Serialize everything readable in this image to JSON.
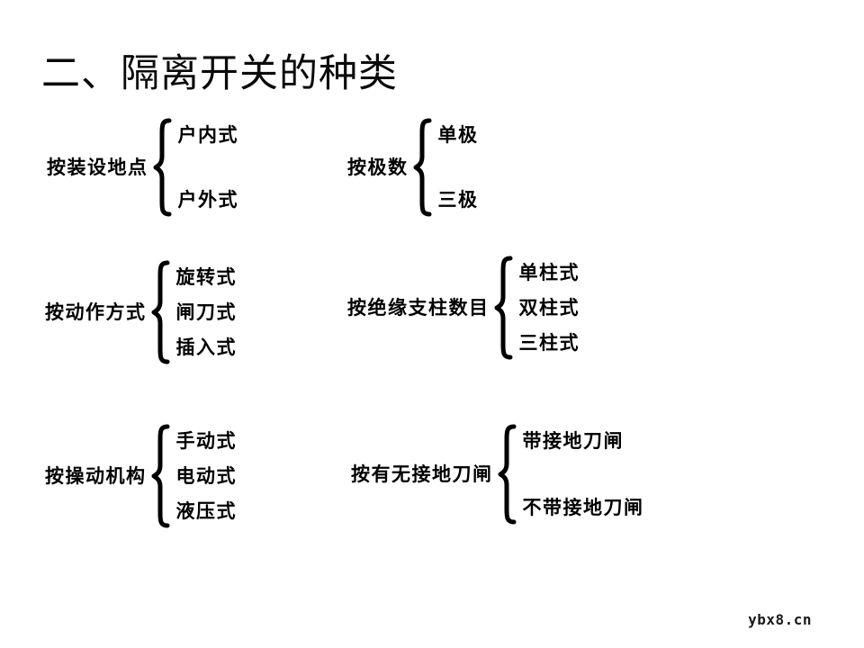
{
  "slide": {
    "title": "二、隔离开关的种类",
    "watermark": "ybx8.cn",
    "background_color": "#ffffff",
    "text_color": "#000000"
  },
  "groups": [
    {
      "id": "install",
      "label": "按装设地点",
      "branches": [
        "户内式",
        "户外式"
      ]
    },
    {
      "id": "poles",
      "label": "按极数",
      "branches": [
        "单极",
        "三极"
      ]
    },
    {
      "id": "action",
      "label": "按动作方式",
      "branches": [
        "旋转式",
        "闸刀式",
        "插入式"
      ]
    },
    {
      "id": "pillars",
      "label": "按绝缘支柱数目",
      "branches": [
        "单柱式",
        "双柱式",
        "三柱式"
      ]
    },
    {
      "id": "mechanism",
      "label": "按操动机构",
      "branches": [
        "手动式",
        "电动式",
        "液压式"
      ]
    },
    {
      "id": "earthing",
      "label": "按有无接地刀闸",
      "branches": [
        "带接地刀闸",
        "不带接地刀闸"
      ]
    }
  ]
}
